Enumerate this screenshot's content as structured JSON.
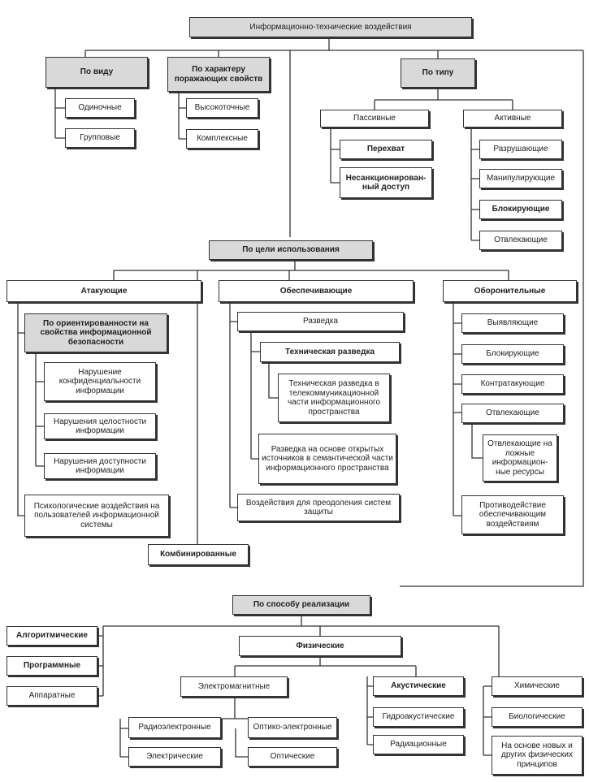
{
  "title": "Информационно-технические воздействия",
  "by_kind": {
    "label": "По виду",
    "single": "Одиночные",
    "group": "Групповые"
  },
  "by_character": {
    "label": "По характеру поражающих свойств",
    "high_precision": "Высокоточные",
    "complex": "Комплексные"
  },
  "by_type": {
    "label": "По типу",
    "passive": {
      "label": "Пассивные",
      "intercept": "Перехват",
      "unauthorized": "Несанкционирован-ный доступ"
    },
    "active": {
      "label": "Активные",
      "destructive": "Разрушающие",
      "manipulating": "Манипулирующие",
      "blocking": "Блокирующие",
      "distracting": "Отвлекающие"
    }
  },
  "by_purpose": {
    "label": "По цели использования",
    "attacking": {
      "label": "Атакующие",
      "orientation": "По ориентированности на свойства информационной безопасности",
      "confidentiality": "Нарушение конфиденциальности информации",
      "integrity": "Нарушения целостности информации",
      "availability": "Нарушения доступности информации",
      "psychological": "Психологические воздействия на пользователей информационной системы"
    },
    "supporting": {
      "label": "Обеспечивающие",
      "recon": "Разведка",
      "tech_recon": "Техническая разведка",
      "tech_recon_detail": "Техническая разведка в телекоммуникационной части информационного пространства",
      "osint": "Разведка на основе открытых источников в семантической части информационного пространства",
      "overcome": "Воздействия для преодоления систем защиты"
    },
    "defensive": {
      "label": "Оборонительные",
      "detecting": "Выявляющие",
      "blocking": "Блокирующие",
      "counterattacking": "Контратакующие",
      "distracting": "Отвлекающие",
      "fake_resources": "Отвлекающие на ложные информацион-ные ресурсы",
      "counteraction": "Противодействие обеспечивающим воздействиям"
    },
    "combined": "Комбинированные"
  },
  "by_method": {
    "label": "По способу реализации",
    "algorithmic": "Алгоритмические",
    "software": "Программные",
    "hardware": "Аппаратные",
    "physical": {
      "label": "Физические",
      "electromagnetic": {
        "label": "Электромагнитные",
        "radioelectronic": "Радиоэлектронные",
        "electrical": "Электрические",
        "optoelectronic": "Оптико-электронные",
        "optical": "Оптические"
      },
      "acoustic": "Акустические",
      "hydroacoustic": "Гидроакустические",
      "radiation": "Радиационные",
      "chemical": "Химические",
      "biological": "Биологические",
      "new_physical": "На основе новых и других физических принципов"
    }
  }
}
